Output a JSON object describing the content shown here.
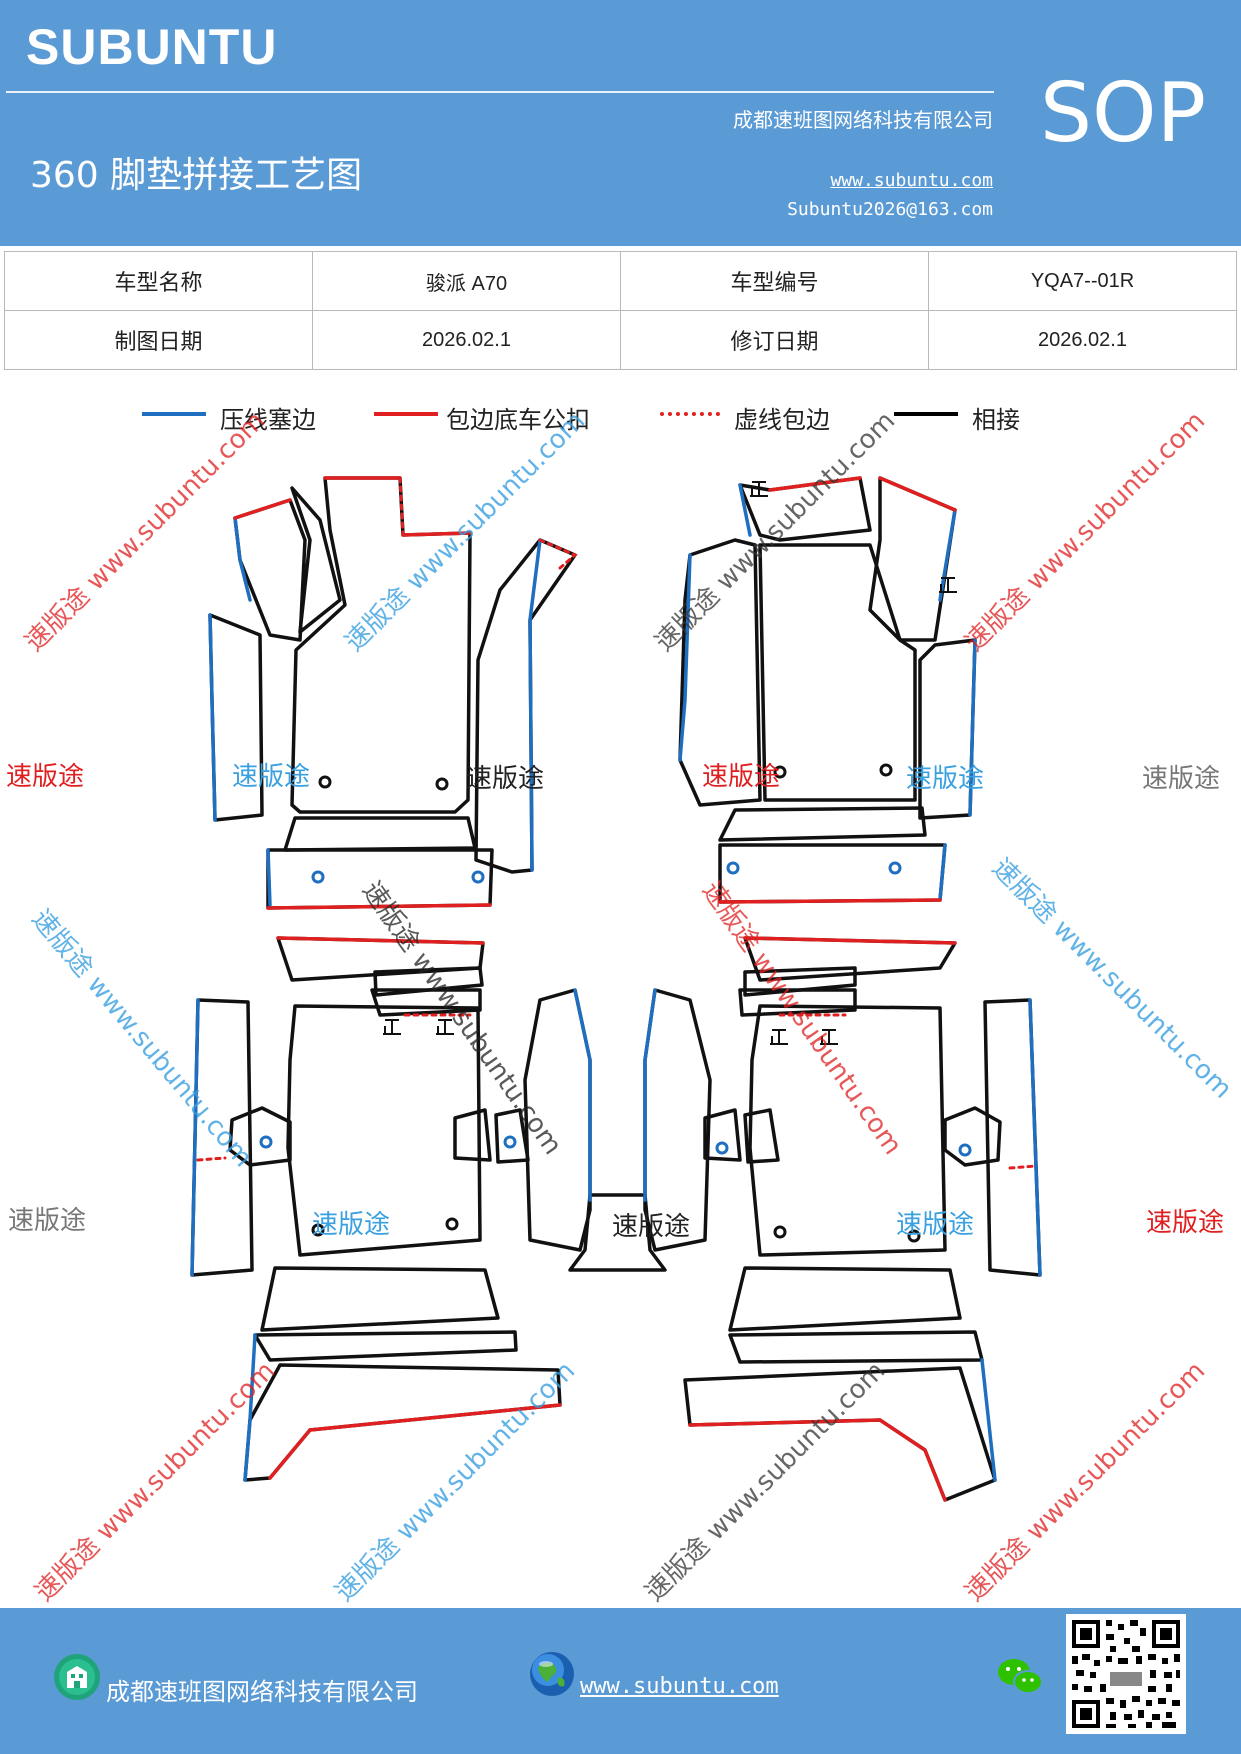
{
  "header": {
    "brand": "SUBUNTU",
    "company": "成都速班图网络科技有限公司",
    "title": "360 脚垫拼接工艺图",
    "website": "www.subuntu.com",
    "email": "Subuntu2026@163.com",
    "sop": "SOP"
  },
  "info_table": {
    "model_name_label": "车型名称",
    "model_name_value": "骏派 A70",
    "model_code_label": "车型编号",
    "model_code_value": "YQA7--01R",
    "draw_date_label": "制图日期",
    "draw_date_value": "2026.02.1",
    "revise_date_label": "修订日期",
    "revise_date_value": "2026.02.1"
  },
  "legend": [
    {
      "label": "压线塞边",
      "color": "#1f6fc0",
      "style": "solid"
    },
    {
      "label": "包边底车公扣",
      "color": "#e02020",
      "style": "solid"
    },
    {
      "label": "虚线包边",
      "color": "#e02020",
      "style": "dotted"
    },
    {
      "label": "相接",
      "color": "#000000",
      "style": "solid"
    }
  ],
  "watermarks": {
    "brand": "速版途",
    "diagonal": "速版途 www.subuntu.com"
  },
  "footer": {
    "company": "成都速班图网络科技有限公司",
    "website": "www.subuntu.com"
  },
  "icons": {
    "company": "building-icon",
    "web": "globe-icon",
    "chat": "wechat-icon",
    "qr": "qr-code-icon"
  },
  "colors": {
    "header_bg": "#5b9bd5",
    "blue_edge": "#1f6fc0",
    "red_edge": "#e02020",
    "outline": "#111111"
  }
}
